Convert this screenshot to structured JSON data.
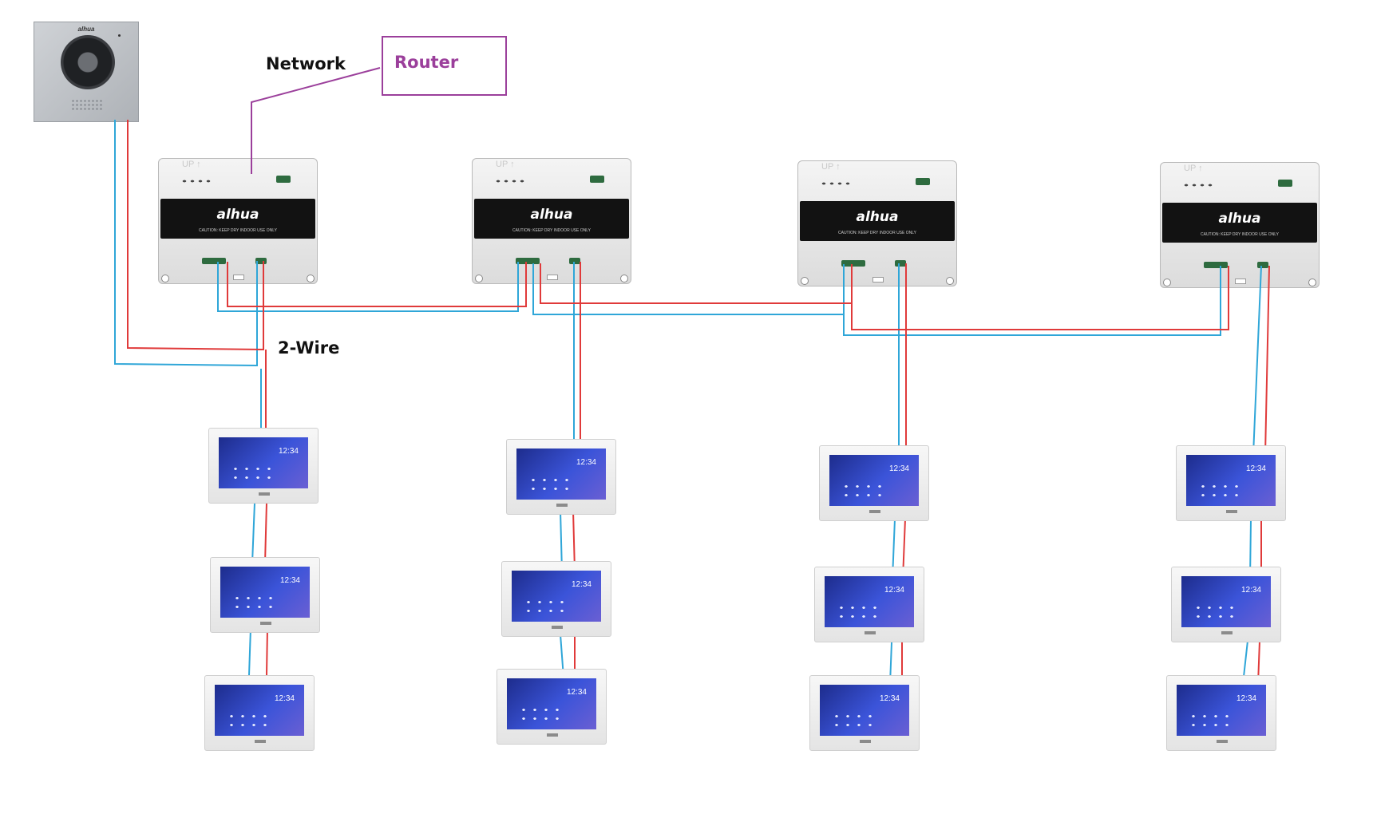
{
  "labels": {
    "network": "Network",
    "router": "Router",
    "two_wire": "2-Wire"
  },
  "devices": {
    "door_station_brand": "alhua",
    "distributor_brand": "alhua",
    "distributor_up": "UP ↑",
    "distributor_caution": "CAUTION: KEEP DRY INDOOR USE ONLY",
    "monitor_time": "12:34"
  },
  "colors": {
    "wire_blue": "#2fa6d8",
    "wire_red": "#e03a3a",
    "network_line": "#9b3f9b"
  }
}
